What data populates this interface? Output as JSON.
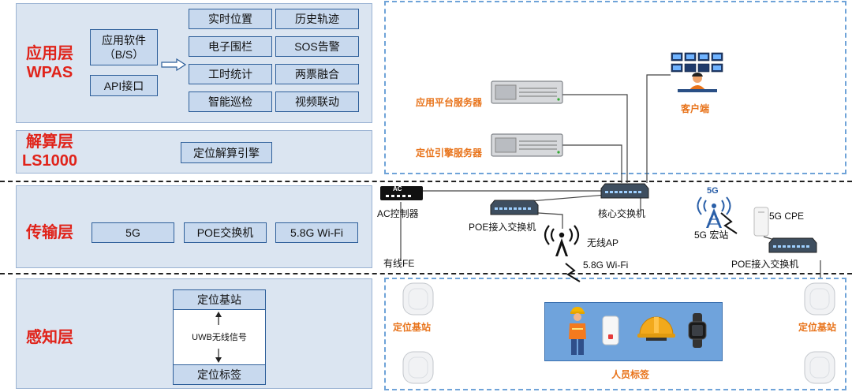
{
  "layers": {
    "application": {
      "title_line1": "应用层",
      "title_line2": "WPAS"
    },
    "compute": {
      "title_line1": "解算层",
      "title_line2": "LS1000"
    },
    "transport": {
      "title": "传输层"
    },
    "sensing": {
      "title": "感知层"
    }
  },
  "app_layer": {
    "software_line1": "应用软件",
    "software_line2": "（B/S）",
    "api": "API接口",
    "functions": [
      "实时位置",
      "历史轨迹",
      "电子围栏",
      "SOS告警",
      "工时统计",
      "两票融合",
      "智能巡检",
      "视频联动"
    ]
  },
  "compute_layer": {
    "engine": "定位解算引擎"
  },
  "transport_layer": {
    "items": [
      "5G",
      "POE交换机",
      "5.8G Wi-Fi"
    ]
  },
  "sensing_layer": {
    "base_station": "定位基站",
    "signal": "UWB无线信号",
    "tag": "定位标签"
  },
  "network": {
    "app_server": "应用平台服务器",
    "engine_server": "定位引擎服务器",
    "client": "客户端",
    "ac_controller": "AC控制器",
    "ac_badge": "AC",
    "core_switch": "核心交换机",
    "poe_switch_left": "POE接入交换机",
    "wireless_ap": "无线AP",
    "wifi": "5.8G Wi-Fi",
    "wired_fe": "有线FE",
    "station_5g_badge": "5G",
    "station_5g": "5G 宏站",
    "cpe_5g": "5G CPE",
    "poe_switch_right": "POE接入交换机",
    "anchor_left": "定位基站",
    "anchor_right": "定位基站",
    "personnel_tag": "人员标签"
  },
  "colors": {
    "layer_title": "#e0231a",
    "layer_bg": "#dbe5f1",
    "function_box": "#c8d9ee",
    "device_label": "#e8731a",
    "dashed_border": "#6fa3d8",
    "personnel_panel": "#6fa3dc"
  }
}
